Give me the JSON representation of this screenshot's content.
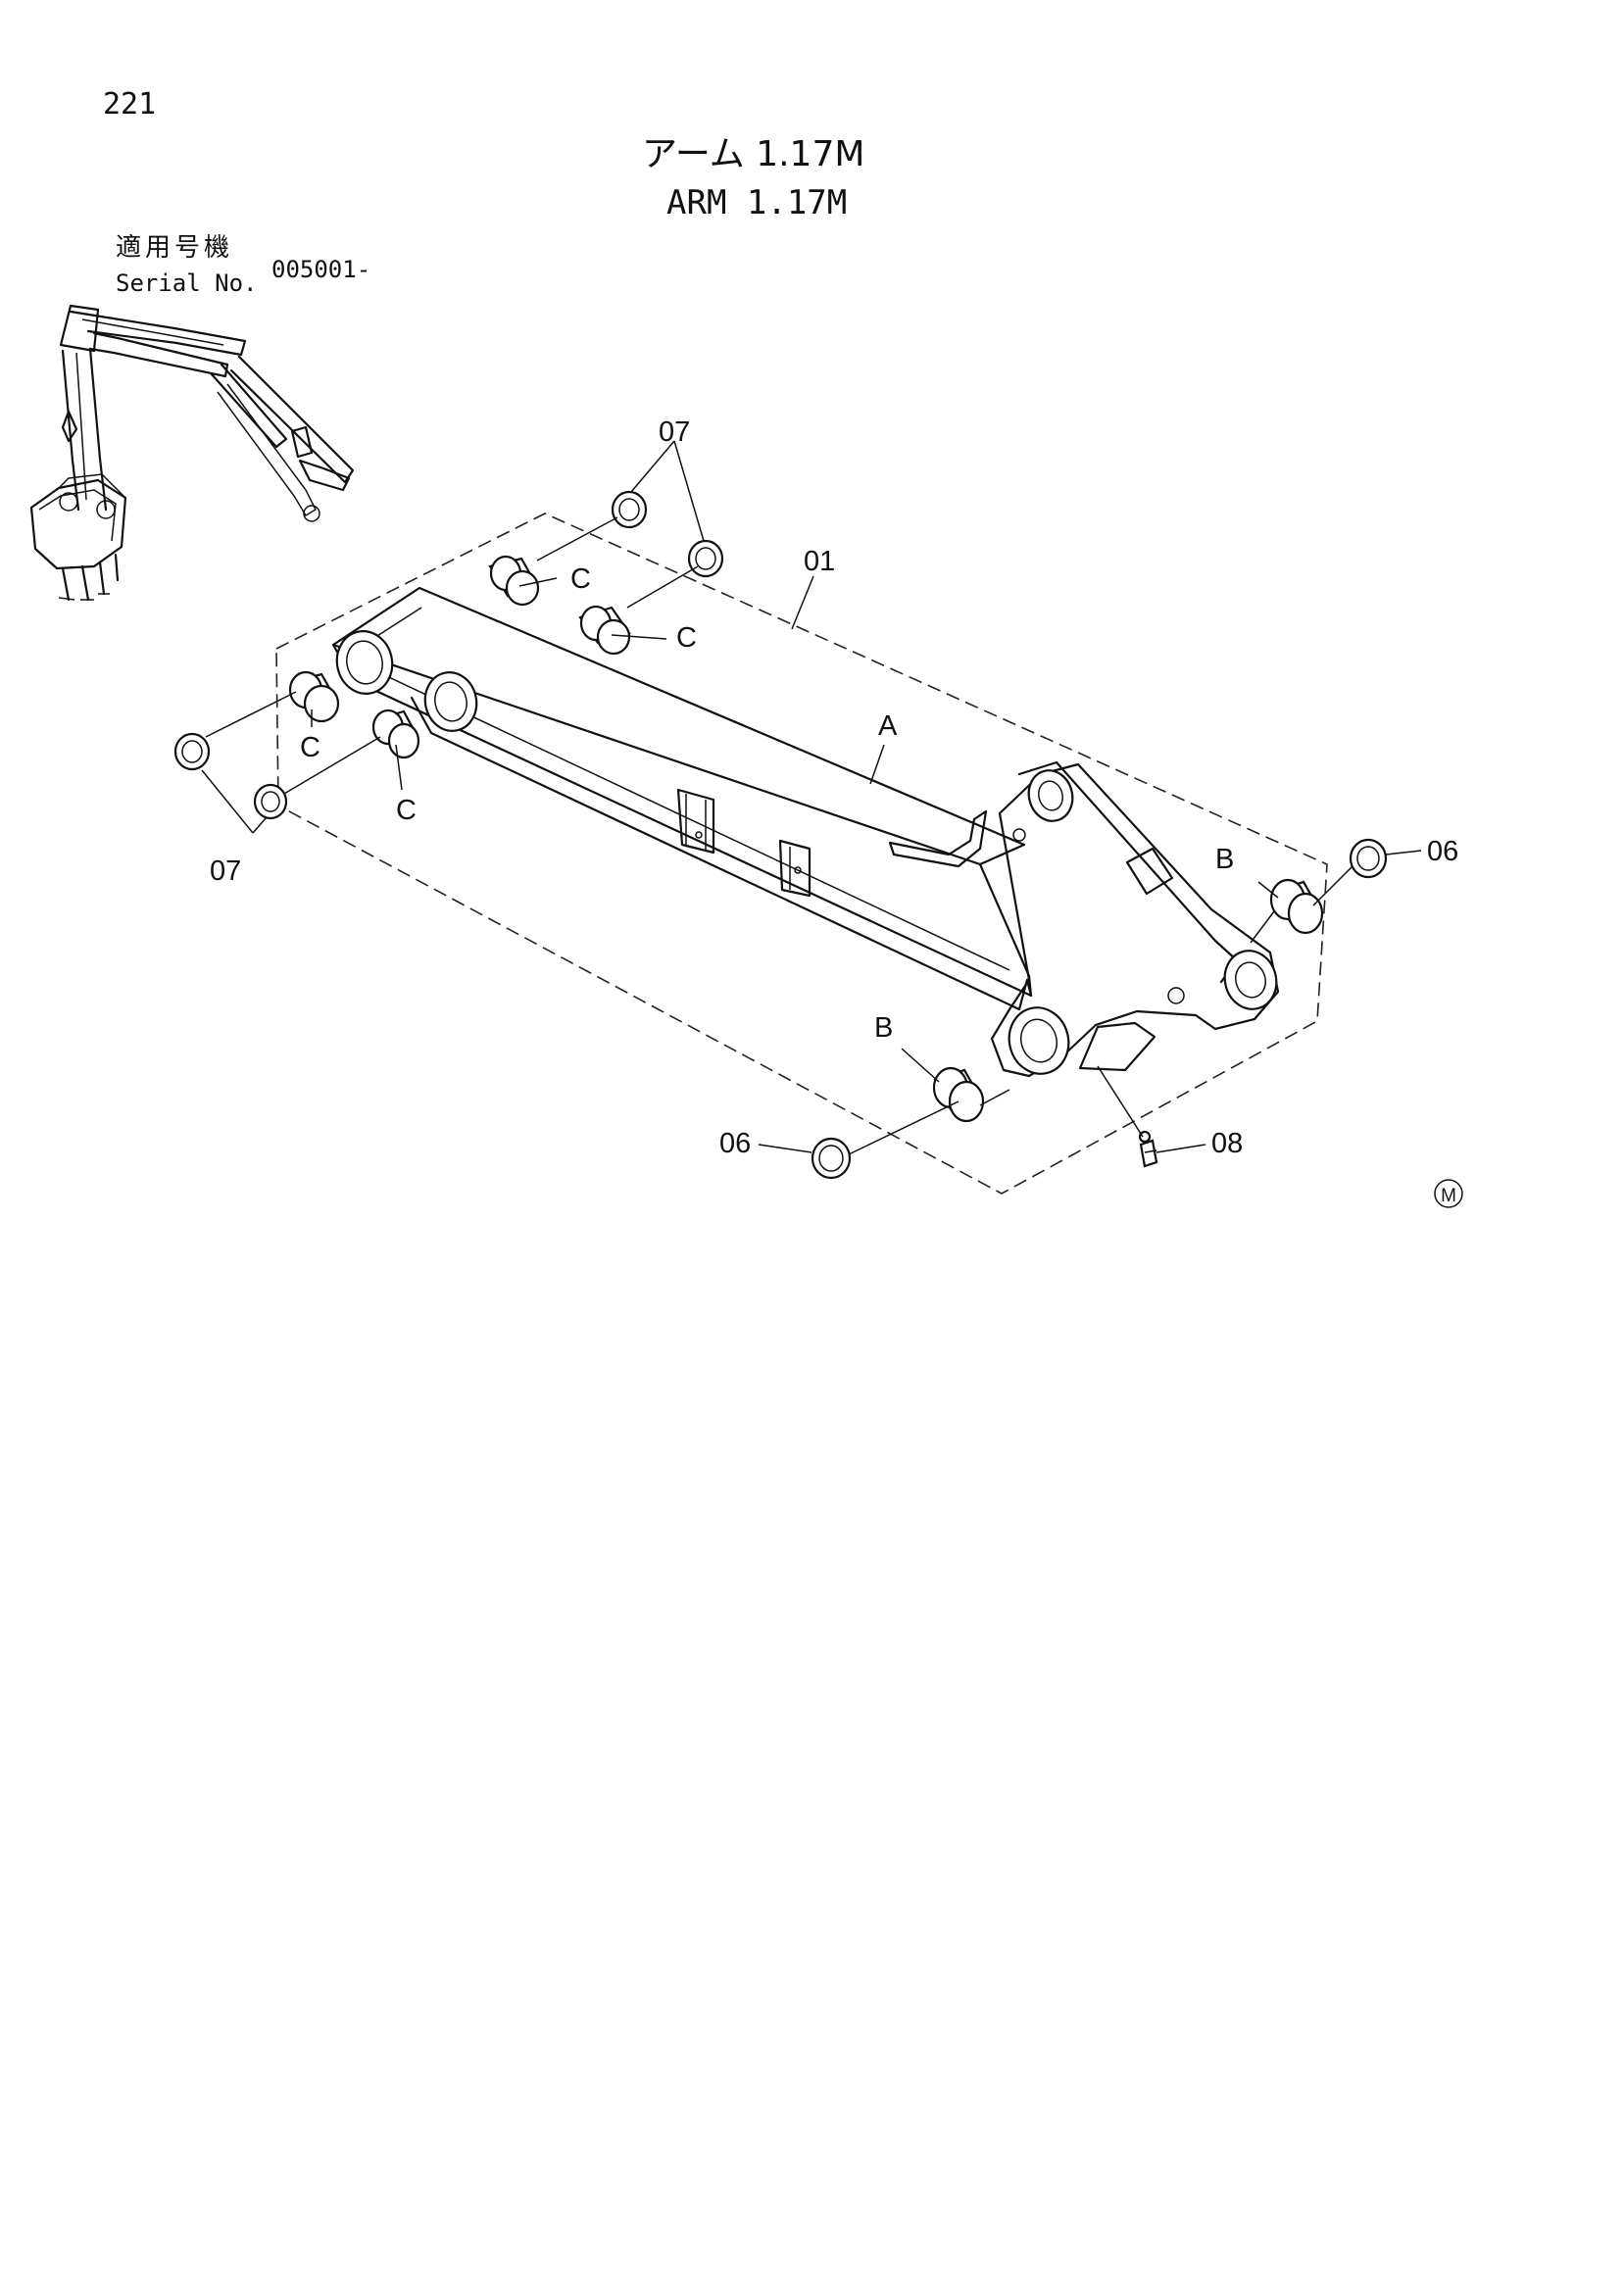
{
  "page_number": "221",
  "title_jp": "アーム 1.17M",
  "title_en": "ARM 1.17M",
  "serial_label_jp": "適用号機",
  "serial_label_en": "Serial No.",
  "serial_value": "005001-",
  "callouts": {
    "p07_top": "07",
    "p01": "01",
    "c1": "C",
    "c2": "C",
    "c3": "C",
    "c4": "C",
    "a": "A",
    "p07_left": "07",
    "b_right": "B",
    "p06_right": "06",
    "b_bottom": "B",
    "p06_bottom": "06",
    "p08": "08",
    "mark": "M"
  }
}
